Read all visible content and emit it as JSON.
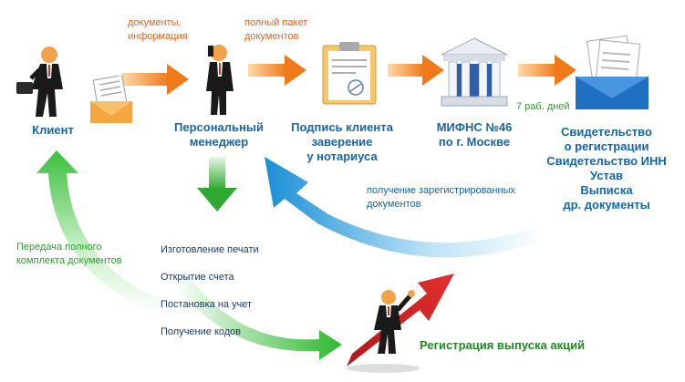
{
  "flow": {
    "arrow_label_1": "документы,\nинформация",
    "arrow_label_2": "полный пакет\nдокументов",
    "arrow_label_3": "7 раб. дней"
  },
  "nodes": {
    "client": "Клиент",
    "manager": "Персональный\nменеджер",
    "notary": "Подпись клиента\nзаверение\nу нотариуса",
    "tax": "МИФНС №46\nпо г. Москве",
    "docs": "Свидетельство\nо регистрации\nСвидетельство ИНН\nУстав\nВыписка\nдр. документы"
  },
  "return_arrow": {
    "label": "получение зарегистрированных\nдокументов"
  },
  "services": {
    "items": [
      "Изготовление печати",
      "Открытие счета",
      "Постановка на учет",
      "Получение кодов"
    ]
  },
  "handover": {
    "label": "Передача полного\nкомплекта документов"
  },
  "result": {
    "label": "Регистрация выпуска акций"
  },
  "colors": {
    "orange": "#e8641b",
    "blue": "#1565a8",
    "green": "#2e9e2e"
  }
}
